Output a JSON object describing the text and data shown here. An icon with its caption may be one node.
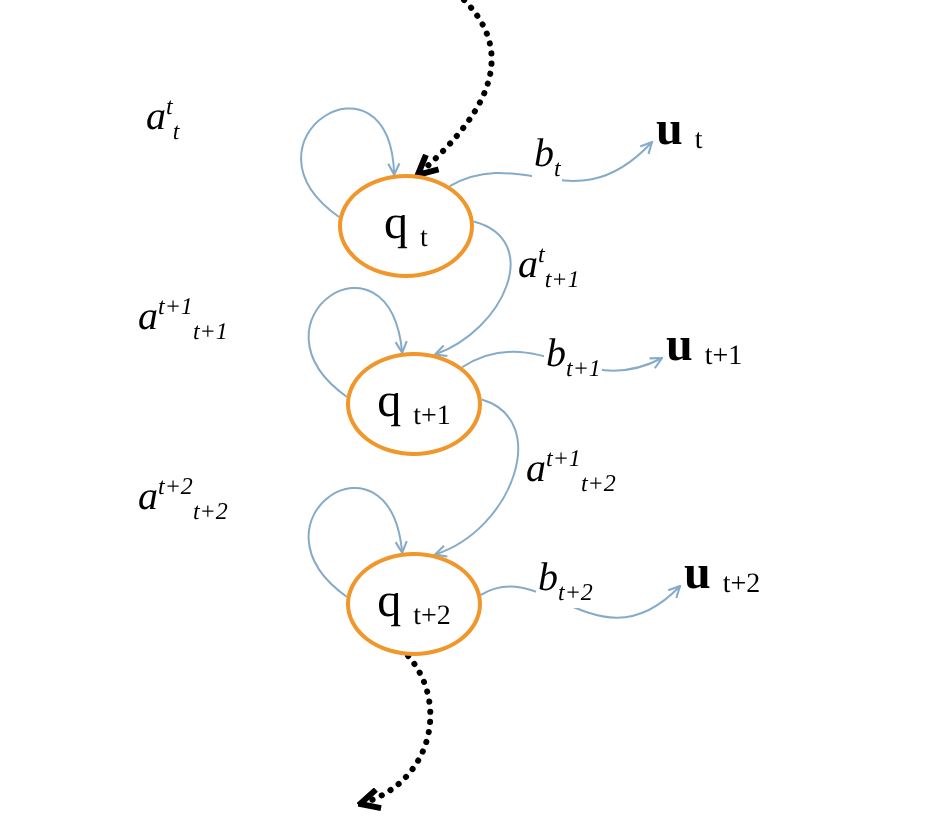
{
  "diagram": {
    "nodes": [
      {
        "text": [
          "q $_{t}$"
        ]
      },
      {
        "text": [
          "q $_{t+1}$"
        ]
      },
      {
        "text": [
          "q $_{t+2}$"
        ]
      },
      {
        "text": [
          "u $_{t}$"
        ]
      },
      {
        "text": [
          "u $_{t+1}$"
        ]
      },
      {
        "text": [
          "u $_{t+2}$"
        ]
      }
    ],
    "edges": [
      {
        "from": null,
        "to": 0,
        "arrow": "to",
        "style": "dashed",
        "color": "#000000"
      },
      {
        "from": 0,
        "to": 0,
        "arrow": "to",
        "label": "a$^{t}$$_{t}$"
      },
      {
        "from": 0,
        "to": 3,
        "arrow": "to",
        "label": "b$_{t}$"
      },
      {
        "from": 0,
        "to": 1,
        "arrow": "to",
        "label": "a$^{t}$$_{t+1}$"
      },
      {
        "from": 1,
        "to": 1,
        "arrow": "to",
        "label": "a$^{t+1}$$_{t+1}$"
      },
      {
        "from": 1,
        "to": 4,
        "arrow": "to",
        "label": "b$_{t+1}$"
      },
      {
        "from": 1,
        "to": 2,
        "arrow": "to",
        "label": "a$^{t+1}$$_{t+2}$"
      },
      {
        "from": 2,
        "to": 2,
        "arrow": "to",
        "label": "a$^{t+2}$$_{t+2}$"
      },
      {
        "from": 2,
        "to": 5,
        "arrow": "to",
        "label": "b$_{t+2}$"
      },
      {
        "from": 2,
        "to": null,
        "arrow": "to",
        "style": "dashed",
        "color": "#000000"
      }
    ]
  }
}
